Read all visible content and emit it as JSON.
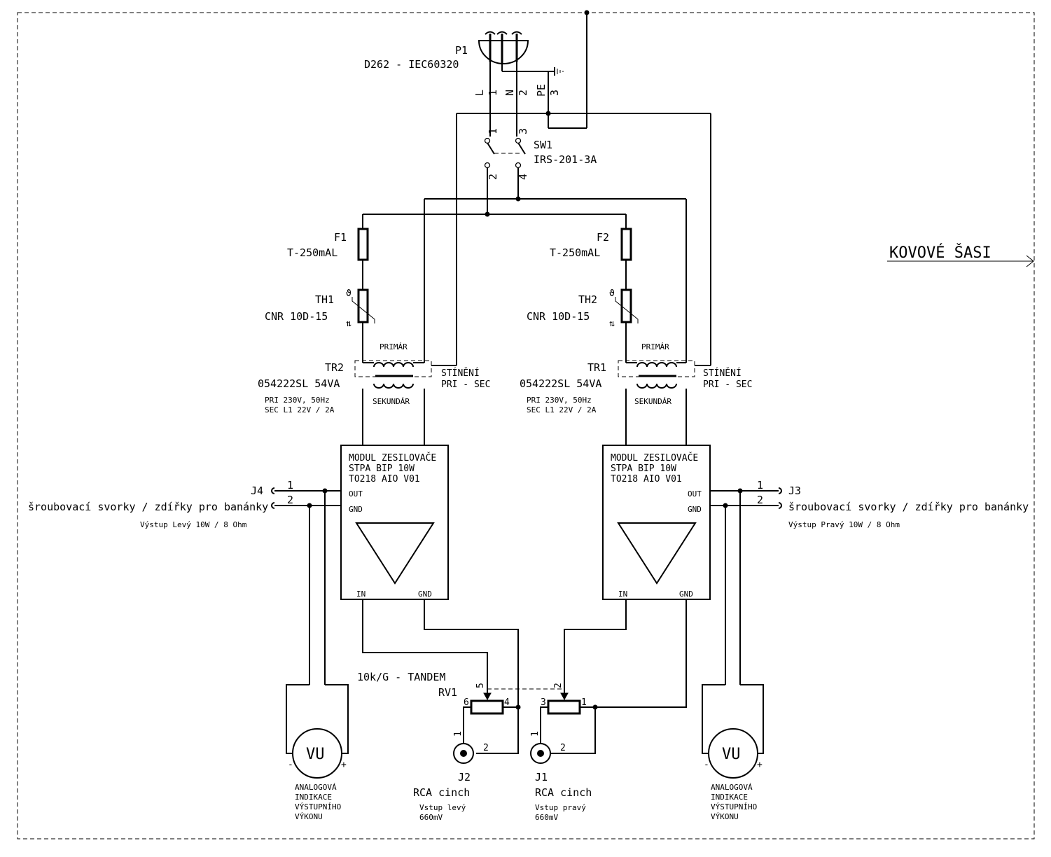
{
  "chassis": {
    "label": "KOVOVÉ ŠASI"
  },
  "p1": {
    "ref": "P1",
    "value": "D262 - IEC60320",
    "pin_l": "L",
    "pin_1": "1",
    "pin_n": "N",
    "pin_2": "2",
    "pin_pe": "PE",
    "pin_3": "3"
  },
  "sw1": {
    "ref": "SW1",
    "value": "IRS-201-3A",
    "pin_1": "1",
    "pin_2": "2",
    "pin_3": "3",
    "pin_4": "4"
  },
  "f1": {
    "ref": "F1",
    "value": "T-250mAL"
  },
  "f2": {
    "ref": "F2",
    "value": "T-250mAL"
  },
  "th1": {
    "ref": "TH1",
    "value": "CNR 10D-15",
    "symbol": "ϑ",
    "arrows": "⇅"
  },
  "th2": {
    "ref": "TH2",
    "value": "CNR 10D-15",
    "symbol": "ϑ",
    "arrows": "⇅"
  },
  "tr2": {
    "ref": "TR2",
    "value": "054222SL 54VA",
    "spec1": "PRI 230V, 50Hz",
    "spec2": "SEC L1 22V / 2A",
    "primary": "PRIMÁR",
    "secondary": "SEKUNDÁR",
    "shield1": "STÍNĚNÍ",
    "shield2": "PRI - SEC"
  },
  "tr1": {
    "ref": "TR1",
    "value": "054222SL 54VA",
    "spec1": "PRI 230V, 50Hz",
    "spec2": "SEC L1 22V / 2A",
    "primary": "PRIMÁR",
    "secondary": "SEKUNDÁR",
    "shield1": "STÍNĚNÍ",
    "shield2": "PRI - SEC"
  },
  "amp_left": {
    "line1": "MODUL ZESILOVAČE",
    "line2": "STPA BIP 10W",
    "line3": "TO218 AIO V01",
    "out": "OUT",
    "gnd_top": "GND",
    "in": "IN",
    "gnd_bottom": "GND"
  },
  "amp_right": {
    "line1": "MODUL ZESILOVAČE",
    "line2": "STPA BIP 10W",
    "line3": "TO218 AIO V01",
    "out": "OUT",
    "gnd_top": "GND",
    "in": "IN",
    "gnd_bottom": "GND"
  },
  "j4": {
    "ref": "J4",
    "desc": "šroubovací svorky / zdířky pro banánky",
    "pin_1": "1",
    "pin_2": "2",
    "note": "Výstup Levý 10W / 8 Ohm"
  },
  "j3": {
    "ref": "J3",
    "desc": "šroubovací svorky / zdířky pro banánky",
    "pin_1": "1",
    "pin_2": "2",
    "note": "Výstup Pravý 10W / 8 Ohm"
  },
  "rv1": {
    "ref": "RV1",
    "value": "10k/G - TANDEM",
    "pin_1": "1",
    "pin_2": "2",
    "pin_3": "3",
    "pin_4": "4",
    "pin_5": "5",
    "pin_6": "6"
  },
  "j2": {
    "ref": "J2",
    "type": "RCA cinch",
    "desc1": "Vstup levý",
    "desc2": "660mV",
    "pin_1": "1",
    "pin_2": "2"
  },
  "j1": {
    "ref": "J1",
    "type": "RCA cinch",
    "desc1": "Vstup pravý",
    "desc2": "660mV",
    "pin_1": "1",
    "pin_2": "2"
  },
  "vu_left": {
    "label": "VU",
    "minus": "-",
    "plus": "+",
    "desc1": "ANALOGOVÁ",
    "desc2": "INDIKACE",
    "desc3": "VÝSTUPNÍHO",
    "desc4": "VÝKONU"
  },
  "vu_right": {
    "label": "VU",
    "minus": "-",
    "plus": "+",
    "desc1": "ANALOGOVÁ",
    "desc2": "INDIKACE",
    "desc3": "VÝSTUPNÍHO",
    "desc4": "VÝKONU"
  }
}
